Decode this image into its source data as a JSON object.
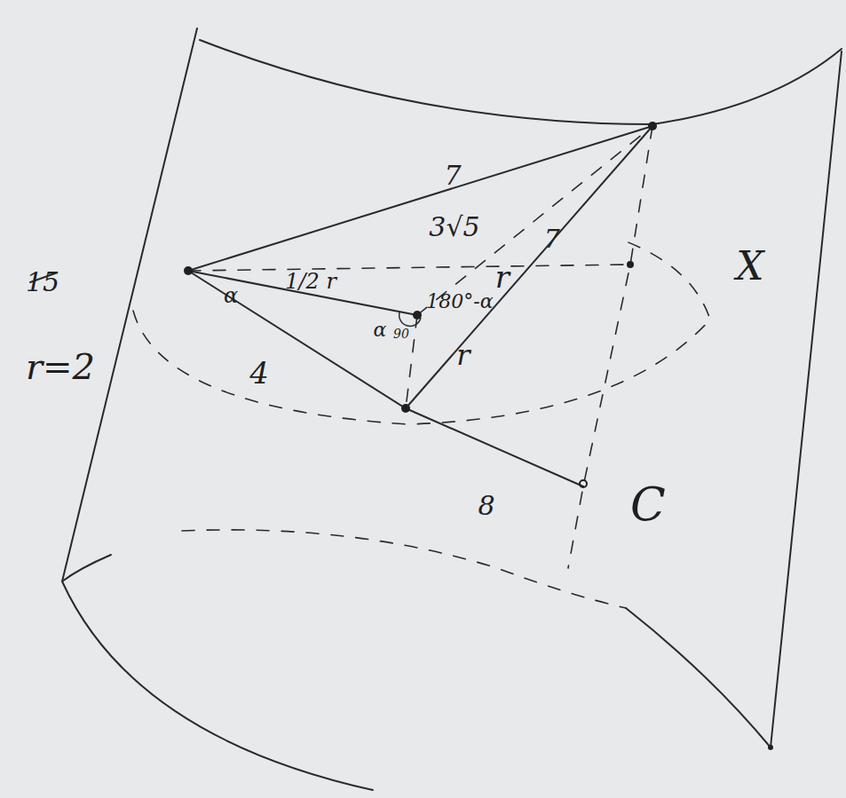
{
  "diagram": {
    "labels": [
      "15",
      "r=2",
      "7",
      "3√5",
      "7",
      "1/2 r",
      "r",
      "180°-α",
      "α",
      "α",
      "90",
      "r",
      "4",
      "8",
      "C",
      "X"
    ]
  }
}
